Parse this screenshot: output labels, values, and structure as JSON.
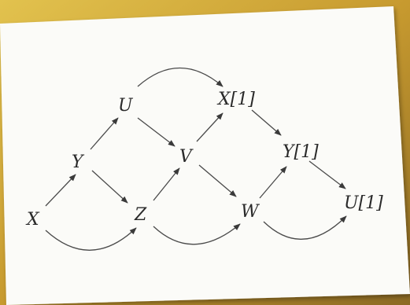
{
  "diagram": {
    "nodes": {
      "x": "X",
      "y": "Y",
      "u": "U",
      "z": "Z",
      "v": "V",
      "x1": "X[1]",
      "w": "W",
      "y1": "Y[1]",
      "u1": "U[1]"
    },
    "edges": [
      [
        "X",
        "Y"
      ],
      [
        "Y",
        "U"
      ],
      [
        "Y",
        "Z"
      ],
      [
        "U",
        "V"
      ],
      [
        "Z",
        "V"
      ],
      [
        "V",
        "X[1]"
      ],
      [
        "V",
        "W"
      ],
      [
        "X[1]",
        "Y[1]"
      ],
      [
        "W",
        "Y[1]"
      ],
      [
        "Y[1]",
        "U[1]"
      ],
      [
        "X",
        "Z"
      ],
      [
        "U",
        "X[1]"
      ],
      [
        "Z",
        "W"
      ],
      [
        "W",
        "U[1]"
      ]
    ]
  },
  "colors": {
    "background": "#c9a23a",
    "paper": "#fbfbf8",
    "ink": "#2a2a2a"
  }
}
